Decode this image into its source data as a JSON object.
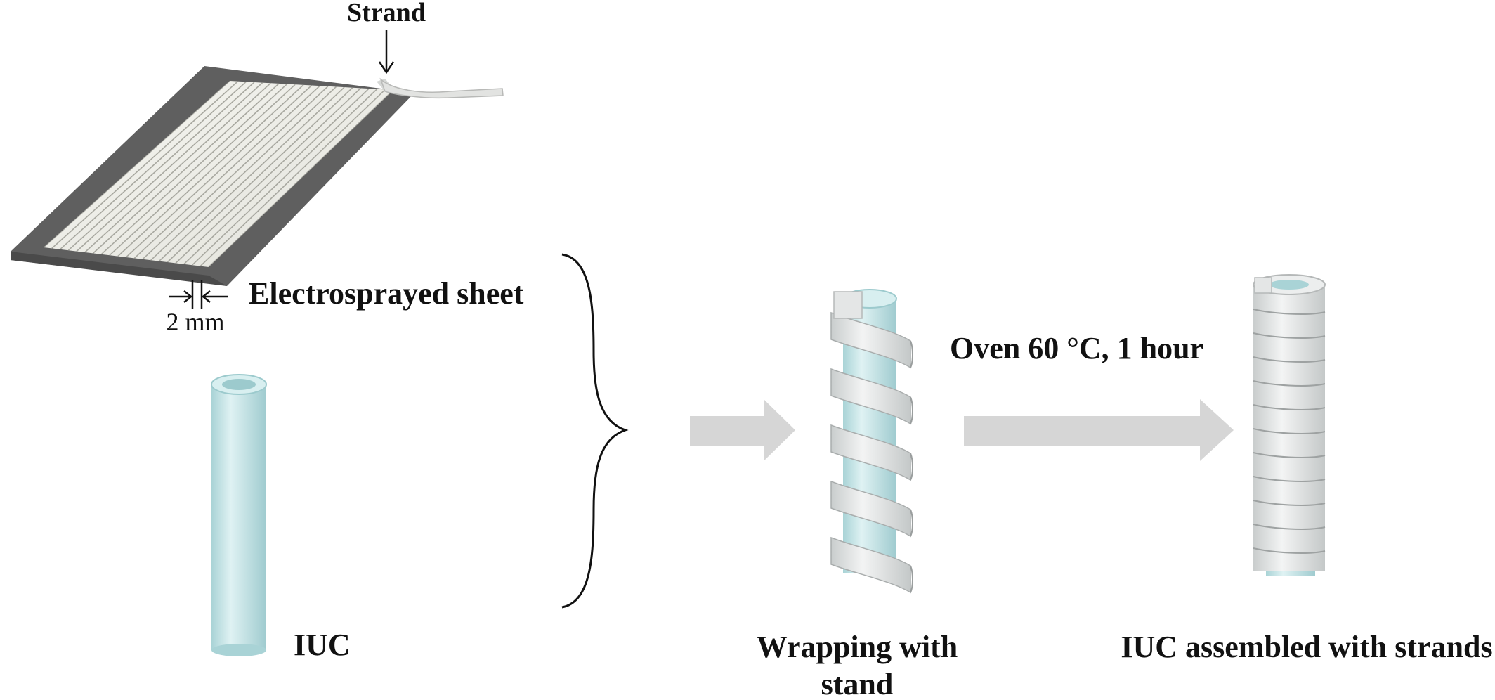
{
  "labels": {
    "strand": "Strand",
    "electrosprayed_sheet": "Electrosprayed sheet",
    "dimension": "2 mm",
    "iuc": "IUC",
    "wrapping_line1": "Wrapping with",
    "wrapping_line2": "stand",
    "oven": "Oven 60 °C, 1 hour",
    "assembled": "IUC assembled with strands"
  },
  "colors": {
    "sheet_base": "#5f5f5f",
    "sheet_surface": "#eeeee8",
    "tube": "#c8e6e8",
    "strand": "#e6e8e8",
    "arrow": "#d6d6d6",
    "text": "#111111"
  },
  "icons": {
    "sheet": "electrosprayed-sheet-icon",
    "tube": "iuc-tube-icon",
    "helix": "helical-wrap-icon",
    "assembled": "assembled-tube-icon",
    "process_arrow": "process-arrow-icon",
    "brace": "curly-brace-icon"
  }
}
